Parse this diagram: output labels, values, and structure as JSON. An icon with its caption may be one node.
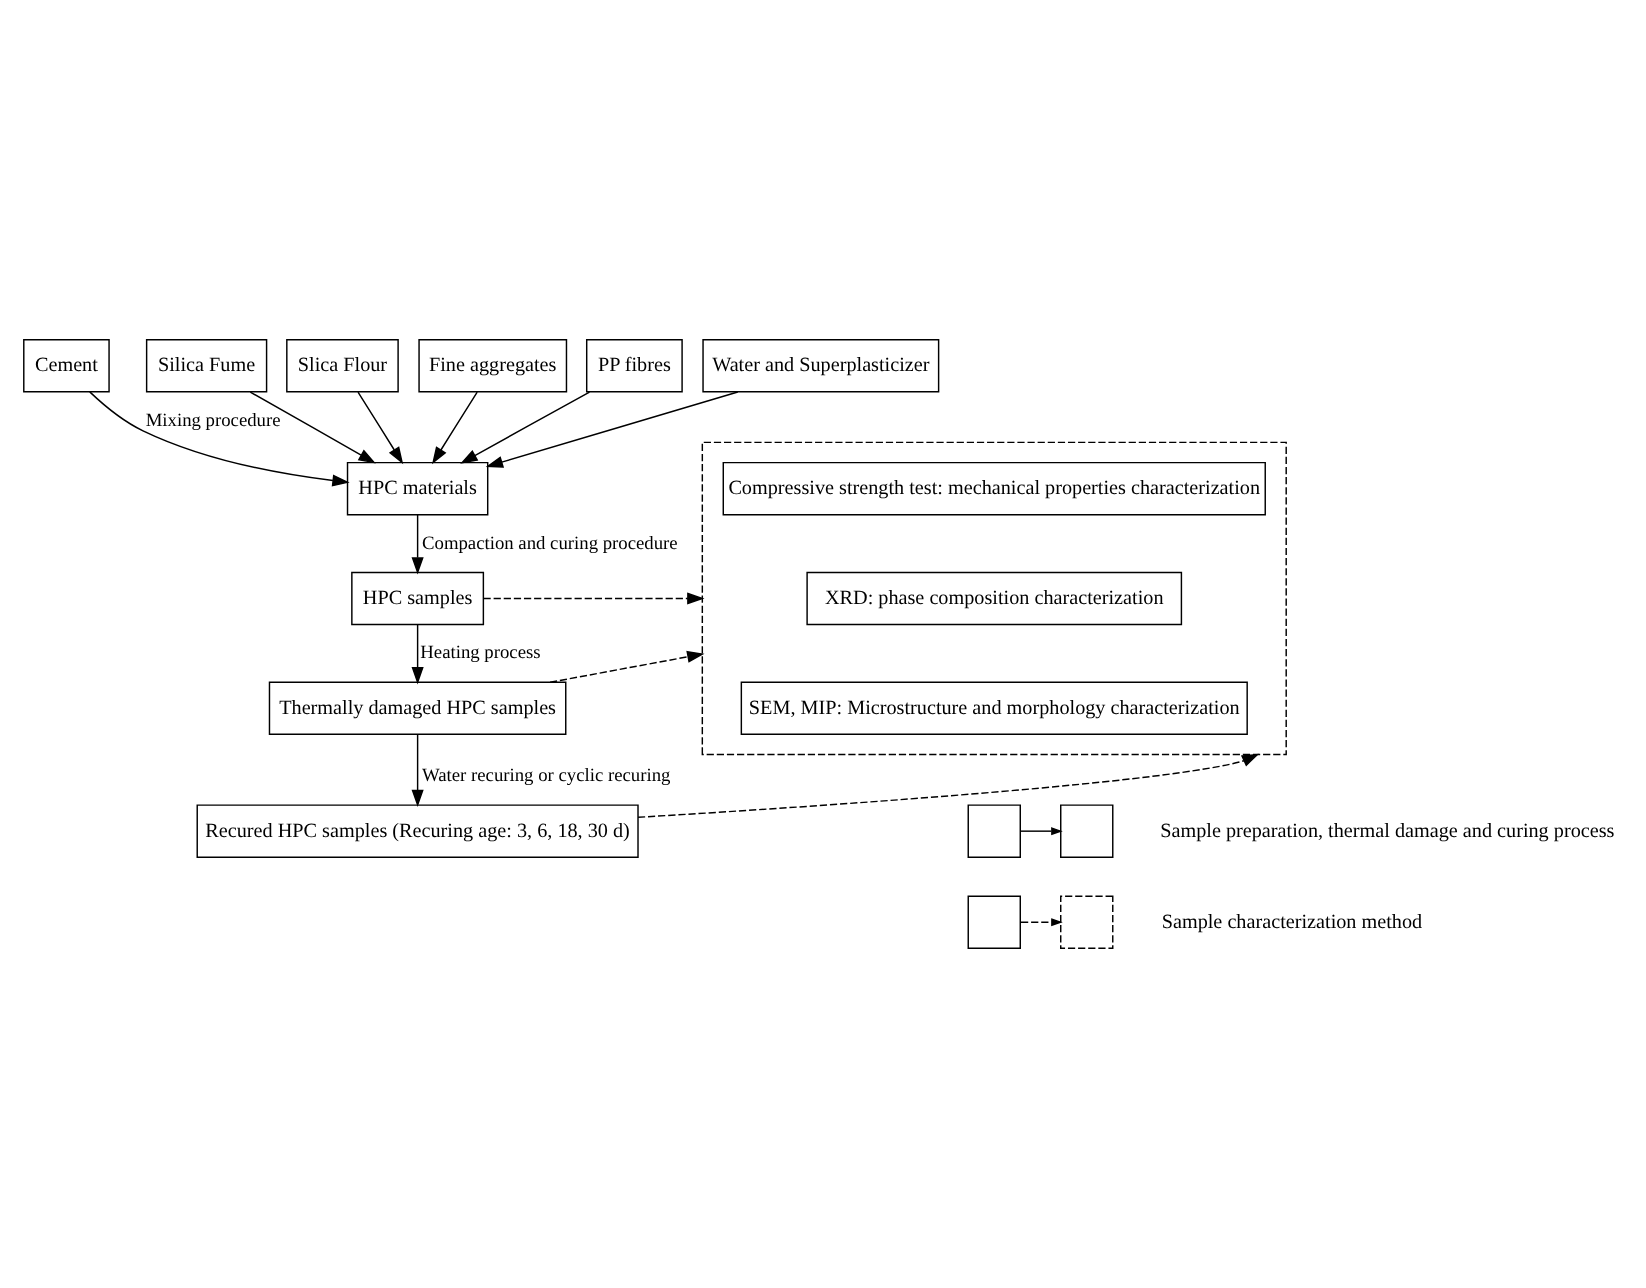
{
  "diagram": {
    "nodes": [
      {
        "text": [
          "Cement"
        ]
      },
      {
        "text": [
          "Silica Fume"
        ]
      },
      {
        "text": [
          "Slica Flour"
        ]
      },
      {
        "text": [
          "Fine aggregates"
        ]
      },
      {
        "text": [
          "PP fibres"
        ]
      },
      {
        "text": [
          "Water and Superplasticizer"
        ]
      },
      {
        "text": [
          "HPC materials"
        ]
      },
      {
        "text": [
          "HPC samples"
        ]
      },
      {
        "text": [
          "Thermally damaged HPC samples"
        ]
      },
      {
        "text": [
          "Recured HPC samples (Recuring age: 3, 6, 18, 30 d)"
        ]
      },
      {
        "text": [],
        "shape": "box"
      },
      {
        "text": [
          "Compressive strength test: mechanical properties characterization"
        ],
        "in": 10
      },
      {
        "text": [
          "XRD: phase composition characterization"
        ],
        "in": 10
      },
      {
        "text": [
          "SEM, MIP: Microstructure and morphology characterization"
        ],
        "in": 10
      },
      {
        "text": [],
        "shape": "box"
      },
      {
        "text": [],
        "shape": "box"
      },
      {
        "text": [],
        "shape": "box"
      },
      {
        "text": [],
        "shape": "box"
      }
    ],
    "edges": [
      {
        "from": 0,
        "to": 6,
        "arrow": "to",
        "label": "Mixing procedure"
      },
      {
        "from": 1,
        "to": 6,
        "arrow": "to"
      },
      {
        "from": 2,
        "to": 6,
        "arrow": "to"
      },
      {
        "from": 3,
        "to": 6,
        "arrow": "to"
      },
      {
        "from": 4,
        "to": 6,
        "arrow": "to"
      },
      {
        "from": 5,
        "to": 6,
        "arrow": "to"
      },
      {
        "from": 6,
        "to": 7,
        "arrow": "to",
        "label": "Compaction and curing procedure"
      },
      {
        "from": 7,
        "to": 8,
        "arrow": "to",
        "label": "Heating process"
      },
      {
        "from": 8,
        "to": 9,
        "arrow": "to",
        "label": "Water recuring or cyclic recuring"
      },
      {
        "from": 7,
        "to": 10,
        "arrow": "to",
        "style": "dashed"
      },
      {
        "from": 8,
        "to": 10,
        "arrow": "to",
        "style": "dashed"
      },
      {
        "from": 9,
        "to": 10,
        "arrow": "to",
        "style": "dashed"
      },
      {
        "from": 14,
        "to": 15,
        "arrow": "to"
      },
      {
        "from": 16,
        "to": 17,
        "arrow": "to",
        "style": "dashed"
      }
    ],
    "legend": [
      {
        "text": "Sample preparation, thermal damage and curing process"
      },
      {
        "text": "Sample characterization method"
      }
    ]
  }
}
